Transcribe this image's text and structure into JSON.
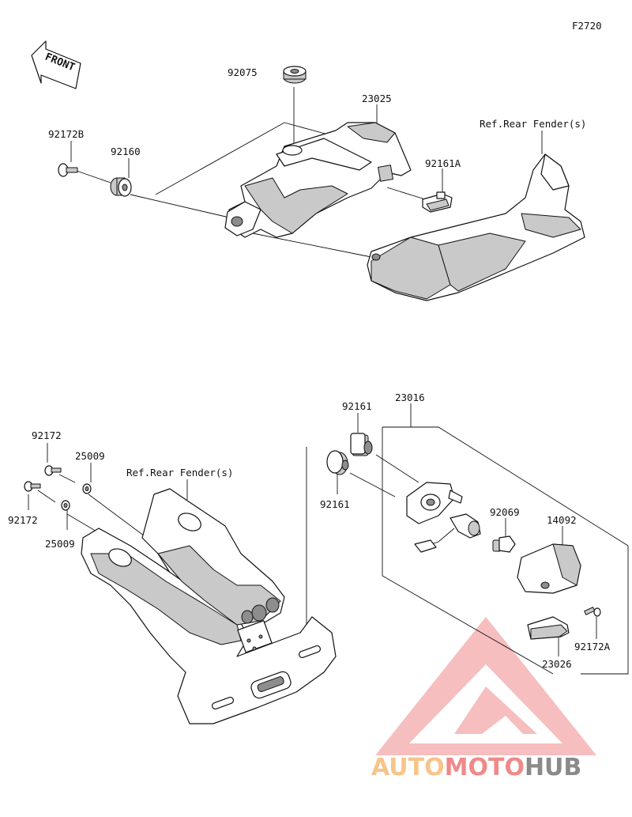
{
  "figure_code": "F2720",
  "front_label": "FRONT",
  "parts": {
    "p92075": "92075",
    "p23025": "23025",
    "p92172B": "92172B",
    "p92160": "92160",
    "p92161A": "92161A",
    "ref_top": "Ref.Rear Fender(s)",
    "p23016": "23016",
    "p92161_a": "92161",
    "p92161_b": "92161",
    "p92172_a": "92172",
    "p92172_b": "92172",
    "p25009_a": "25009",
    "p25009_b": "25009",
    "ref_bottom": "Ref.Rear Fender(s)",
    "p92069": "92069",
    "p14092": "14092",
    "p92172A": "92172A",
    "p23026": "23026"
  },
  "watermark": {
    "part1": "AUTO",
    "part2": "MOTO",
    "part3": "HUB",
    "color_light": "#f7c48a",
    "color_accent": "#ef8a8a",
    "color_dark": "#8a8a8a"
  }
}
